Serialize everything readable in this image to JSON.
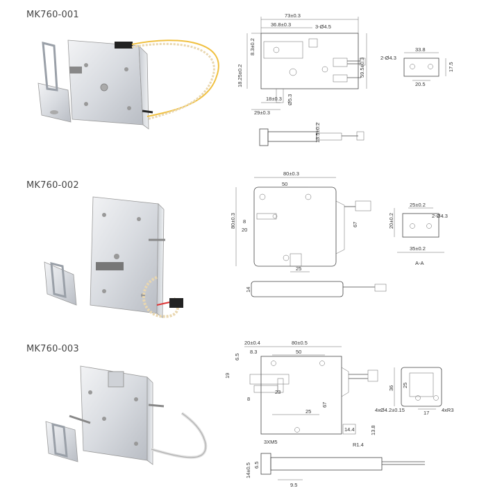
{
  "products": [
    {
      "model": "MK760-001",
      "dims": {
        "width": "73±0.3",
        "inner": "36.8±0.3",
        "holes": "3-Ø4.5",
        "h1": "8.3±0.2",
        "h2": "18.25±0.2",
        "d1": "18±0.3",
        "d2": "29±0.3",
        "dia": "Ø5.3",
        "height": "59.5±0.3",
        "stroke": "13.5±0.2",
        "bkt_holes": "2-Ø4.3",
        "bkt_w": "33.8",
        "bkt_h": "17.5",
        "bkt_spacing": "20.5"
      }
    },
    {
      "model": "MK760-002",
      "dims": {
        "width": "80±0.3",
        "inner": "50",
        "height": "80±0.3",
        "d1": "8",
        "d2": "20",
        "h67": "67",
        "bottom": "25",
        "thick": "14",
        "bkt_w": "25±0.2",
        "bkt_h": "20±0.2",
        "bkt_holes": "2-Ø4.3",
        "bkt_total": "35±0.2",
        "section": "A-A"
      }
    },
    {
      "model": "MK760-003",
      "dims": {
        "top1": "20±0.4",
        "top2": "80±0.5",
        "d83": "8.3",
        "d50": "50",
        "d65": "6.5",
        "d19": "19",
        "d23": "23",
        "d8": "8",
        "h67": "67",
        "d25": "25",
        "screw": "3XM5",
        "d144": "14.4",
        "d138": "13.8",
        "r14": "R1.4",
        "thick": "14±0.5",
        "d65b": "6.5",
        "d95": "9.5",
        "bkt_36": "36",
        "bkt_25": "25",
        "bkt_holes": "4xØ4.2±0.15",
        "bkt_17": "17",
        "bkt_r": "4xR3"
      }
    }
  ]
}
